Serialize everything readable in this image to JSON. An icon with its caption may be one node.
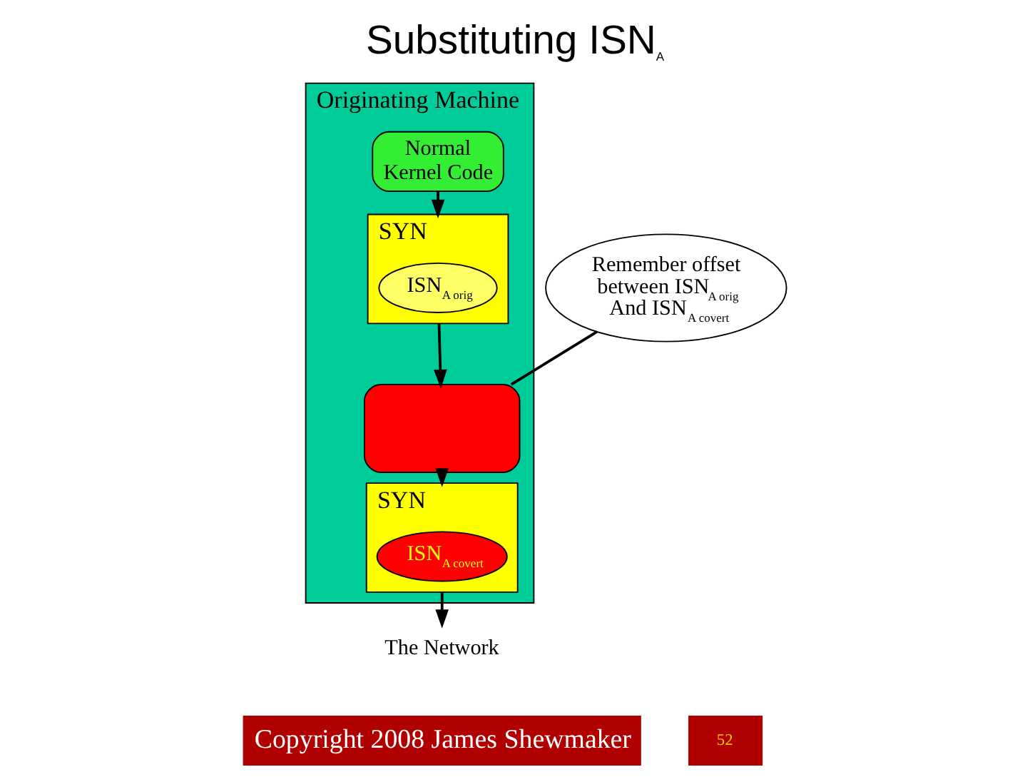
{
  "diagram": {
    "title": "Substituting ISN$_{A}$",
    "nodes": [
      {
        "text": [
          "Originating Machine"
        ]
      },
      {
        "text": [
          "Normal Kernel Code"
        ],
        "in": 0
      },
      {
        "text": [
          "SYN"
        ],
        "in": 0
      },
      {
        "text": [
          "ISN$_{A orig}$"
        ],
        "in": 2
      },
      {
        "text": [],
        "shape": "box",
        "in": 0
      },
      {
        "text": [
          "Remember offset between ISN$_{A orig}$ And ISN$_{A covert}$"
        ]
      },
      {
        "text": [
          "SYN"
        ],
        "in": 0
      },
      {
        "text": [
          "ISN$_{A covert}$"
        ],
        "in": 6
      },
      {
        "text": [
          "The Network"
        ]
      }
    ],
    "edges": [
      {
        "from": 1,
        "to": 2,
        "arrow": "to"
      },
      {
        "from": 2,
        "to": 4,
        "arrow": "to"
      },
      {
        "from": 5,
        "to": 4,
        "arrow": "none"
      },
      {
        "from": 4,
        "to": 6,
        "arrow": "to"
      },
      {
        "from": 6,
        "to": 8,
        "arrow": "to"
      }
    ],
    "labels": [
      "Copyright 2008 James Shewmaker",
      "52"
    ]
  }
}
